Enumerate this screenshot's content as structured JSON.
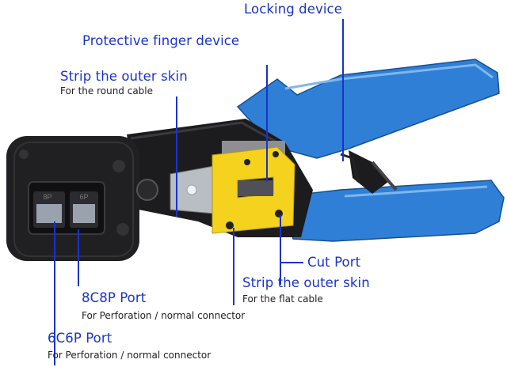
{
  "labels": {
    "locking_device": "Locking device",
    "protective_finger_device": "Protective finger device",
    "strip_outer_skin_round": "Strip the outer skin",
    "strip_outer_skin_round_sub": "For the round cable",
    "cut_port": "Cut Port",
    "strip_outer_skin_flat": "Strip the outer skin",
    "strip_outer_skin_flat_sub": "For the flat cable",
    "port_8c8p": "8C8P Port",
    "port_8c8p_sub": "For Perforation / normal connector",
    "port_6c6p": "6C6P Port",
    "port_6c6p_sub": "For Perforation / normal connector"
  },
  "die_marks": [
    "8P",
    "6P"
  ],
  "colors": {
    "callout": "#1a33c8",
    "handle": "#2f7fd6",
    "body": "#1c1c1e",
    "insert": "#f4d21e"
  }
}
